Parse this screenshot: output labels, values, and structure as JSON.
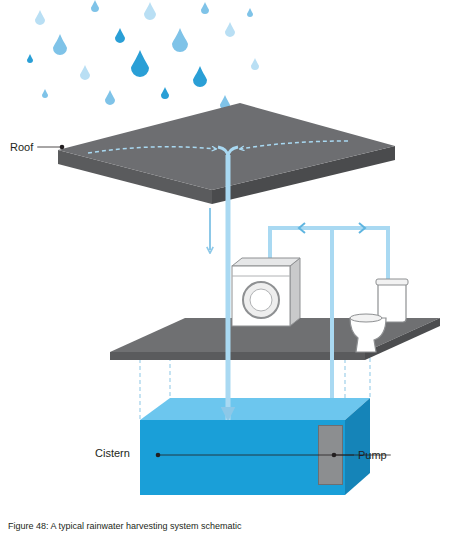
{
  "diagram": {
    "caption": "Figure 48: A typical rainwater harvesting system schematic",
    "nodes": [
      {
        "text": [
          "Roof"
        ]
      },
      {
        "text": [
          "Cistern"
        ]
      },
      {
        "text": [
          "Pump"
        ],
        "in": 1
      }
    ],
    "edges": [
      {
        "from": 0,
        "to": 1,
        "arrow": "to"
      }
    ]
  }
}
